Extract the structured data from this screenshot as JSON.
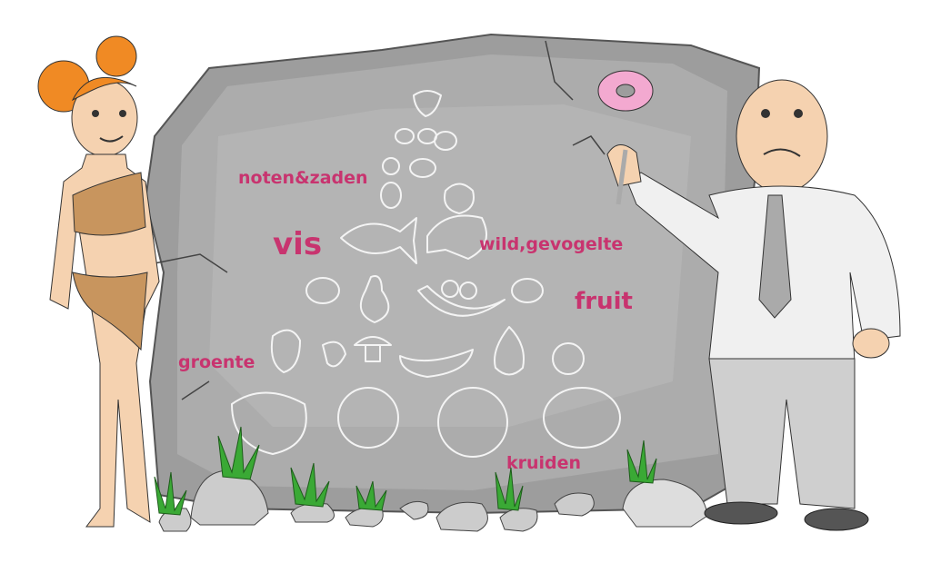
{
  "labels": {
    "nuts_seeds": "noten&zaden",
    "fish": "vis",
    "game_poultry": "wild,gevogelte",
    "fruit": "fruit",
    "vegetables": "groente",
    "herbs": "kruiden"
  },
  "colors": {
    "label": "#c8346f",
    "stone": "#9d9d9d",
    "chalk": "#f4f4f4"
  }
}
